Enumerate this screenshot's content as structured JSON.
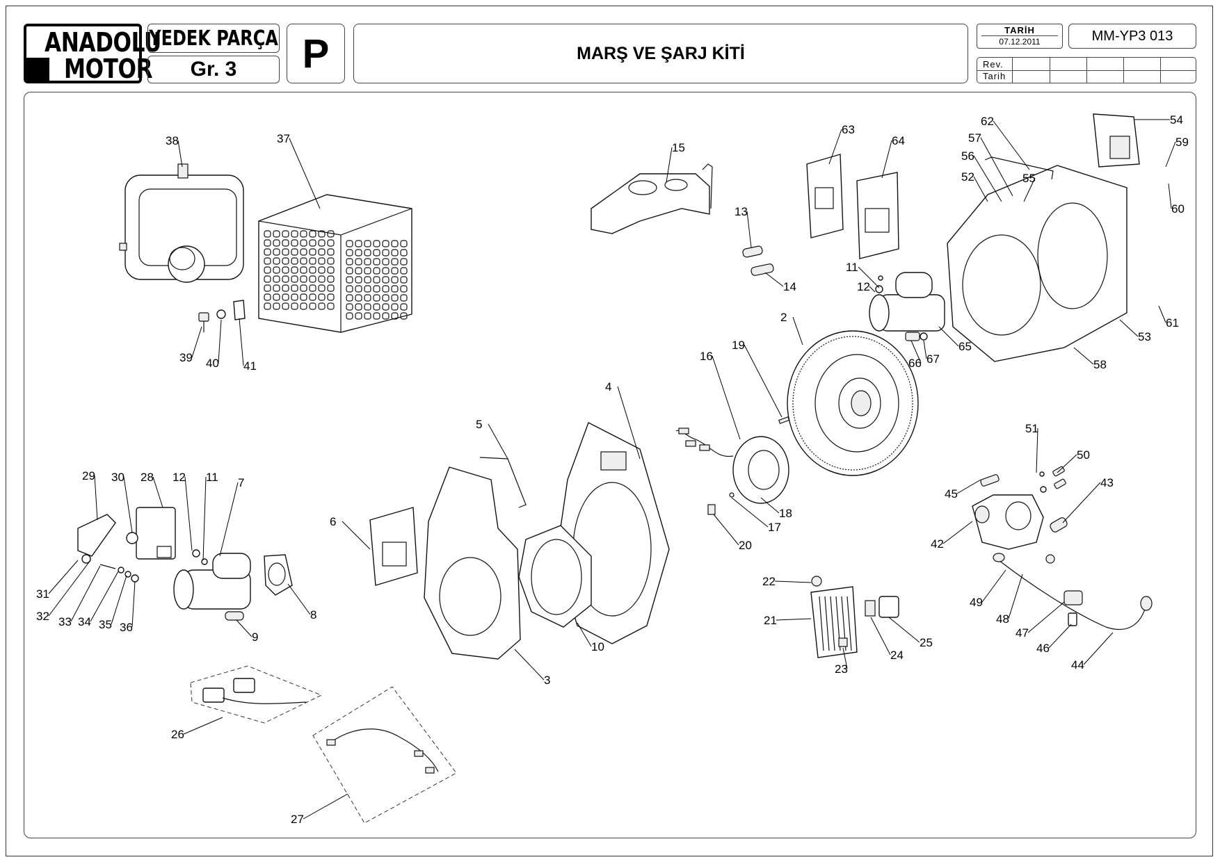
{
  "header": {
    "logo_line1": "ANADOLU",
    "logo_line2": "MOTOR",
    "category_line1": "YEDEK PARÇA",
    "category_line2": "Gr. 3",
    "letter": "P",
    "title": "MARŞ VE ŞARJ KİTİ",
    "date_label": "TARİH",
    "date_value": "07.12.2011",
    "doc_code": "MM-YP3 013",
    "rev_label": "Rev.",
    "rev_date_label": "Tarih"
  },
  "callouts": [
    {
      "id": "c38",
      "text": "38"
    },
    {
      "id": "c37",
      "text": "37"
    },
    {
      "id": "c39",
      "text": "39"
    },
    {
      "id": "c40",
      "text": "40"
    },
    {
      "id": "c41",
      "text": "41"
    },
    {
      "id": "c15",
      "text": "15"
    },
    {
      "id": "c13",
      "text": "13"
    },
    {
      "id": "c14",
      "text": "14"
    },
    {
      "id": "c63",
      "text": "63"
    },
    {
      "id": "c64",
      "text": "64"
    },
    {
      "id": "c62",
      "text": "62"
    },
    {
      "id": "c57",
      "text": "57"
    },
    {
      "id": "c56",
      "text": "56"
    },
    {
      "id": "c55",
      "text": "55"
    },
    {
      "id": "c52",
      "text": "52"
    },
    {
      "id": "c54",
      "text": "54"
    },
    {
      "id": "c59",
      "text": "59"
    },
    {
      "id": "c60",
      "text": "60"
    },
    {
      "id": "c11a",
      "text": "11"
    },
    {
      "id": "c12a",
      "text": "12"
    },
    {
      "id": "c2",
      "text": "2"
    },
    {
      "id": "c65",
      "text": "65"
    },
    {
      "id": "c66",
      "text": "66"
    },
    {
      "id": "c67",
      "text": "67"
    },
    {
      "id": "c53",
      "text": "53"
    },
    {
      "id": "c61",
      "text": "61"
    },
    {
      "id": "c58",
      "text": "58"
    },
    {
      "id": "c19",
      "text": "19"
    },
    {
      "id": "c16",
      "text": "16"
    },
    {
      "id": "c18",
      "text": "18"
    },
    {
      "id": "c17",
      "text": "17"
    },
    {
      "id": "c20",
      "text": "20"
    },
    {
      "id": "c4",
      "text": "4"
    },
    {
      "id": "c5",
      "text": "5"
    },
    {
      "id": "c6",
      "text": "6"
    },
    {
      "id": "c3",
      "text": "3"
    },
    {
      "id": "c10",
      "text": "10"
    },
    {
      "id": "c29",
      "text": "29"
    },
    {
      "id": "c30",
      "text": "30"
    },
    {
      "id": "c28",
      "text": "28"
    },
    {
      "id": "c12b",
      "text": "12"
    },
    {
      "id": "c11b",
      "text": "11"
    },
    {
      "id": "c7",
      "text": "7"
    },
    {
      "id": "c8",
      "text": "8"
    },
    {
      "id": "c9",
      "text": "9"
    },
    {
      "id": "c31",
      "text": "31"
    },
    {
      "id": "c32",
      "text": "32"
    },
    {
      "id": "c33",
      "text": "33"
    },
    {
      "id": "c34",
      "text": "34"
    },
    {
      "id": "c35",
      "text": "35"
    },
    {
      "id": "c36",
      "text": "36"
    },
    {
      "id": "c26",
      "text": "26"
    },
    {
      "id": "c27",
      "text": "27"
    },
    {
      "id": "c22",
      "text": "22"
    },
    {
      "id": "c21",
      "text": "21"
    },
    {
      "id": "c23",
      "text": "23"
    },
    {
      "id": "c24",
      "text": "24"
    },
    {
      "id": "c25",
      "text": "25"
    },
    {
      "id": "c51",
      "text": "51"
    },
    {
      "id": "c50",
      "text": "50"
    },
    {
      "id": "c45",
      "text": "45"
    },
    {
      "id": "c43",
      "text": "43"
    },
    {
      "id": "c42",
      "text": "42"
    },
    {
      "id": "c49",
      "text": "49"
    },
    {
      "id": "c48",
      "text": "48"
    },
    {
      "id": "c47",
      "text": "47"
    },
    {
      "id": "c46",
      "text": "46"
    },
    {
      "id": "c44",
      "text": "44"
    }
  ]
}
